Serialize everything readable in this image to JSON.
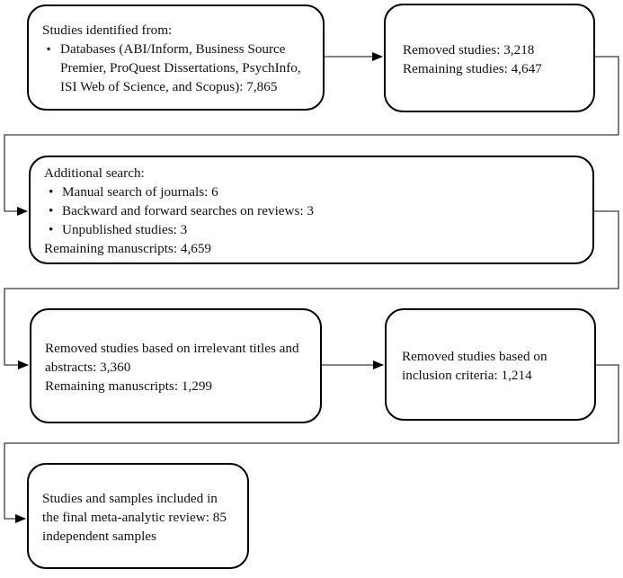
{
  "glyphs": {
    "square_bullet": "▪",
    "round_bullet": "•"
  },
  "colors": {
    "box_border": "#000000",
    "connector_line": "#3a3a3a",
    "arrowhead": "#000000",
    "text": "#111111",
    "background": "#ffffff"
  },
  "boxes": {
    "identified": {
      "title": "Studies identified from:",
      "bullet_lines": [
        "Databases (ABI/Inform, Business Source",
        "Premier, ProQuest Dissertations, PsychInfo,",
        "ISI Web of Science, and Scopus): 7,865"
      ]
    },
    "screened": {
      "lines": [
        "Removed studies: 3,218",
        "Remaining studies: 4,647"
      ]
    },
    "additional_search": {
      "title": "Additional search:",
      "bullets": [
        "Manual search of journals: 6",
        "Backward and forward searches on reviews: 3",
        "Unpublished studies: 3"
      ],
      "footer": "Remaining manuscripts: 4,659"
    },
    "titles_abstracts": {
      "lines": [
        "Removed studies based on irrelevant titles and",
        "abstracts: 3,360",
        "Remaining manuscripts: 1,299"
      ]
    },
    "inclusion": {
      "lines": [
        "Removed studies based on",
        "inclusion criteria: 1,214"
      ]
    },
    "final": {
      "lines": [
        "Studies and samples included in",
        "the final meta-analytic review: 85",
        "independent samples"
      ]
    }
  }
}
